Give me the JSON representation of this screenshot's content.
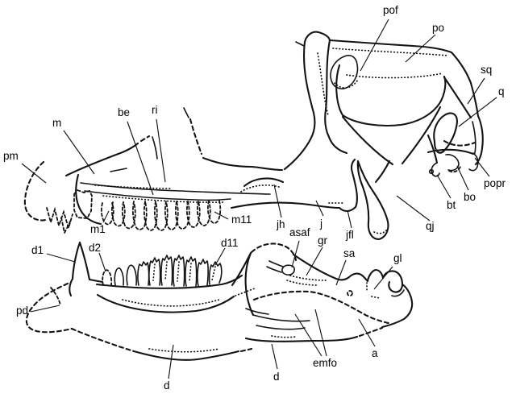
{
  "labels": {
    "pof": "pof",
    "po": "po",
    "sq": "sq",
    "q": "q",
    "m": "m",
    "be": "be",
    "ri": "ri",
    "pm": "pm",
    "m1": "m1",
    "m11": "m11",
    "jh": "jh",
    "j": "j",
    "jfl": "jfl",
    "qj": "qj",
    "bt": "bt",
    "bo": "bo",
    "popr": "popr",
    "d1": "d1",
    "d2": "d2",
    "d11": "d11",
    "pd": "pd",
    "d_anterior": "d",
    "d_posterior": "d",
    "asaf": "asaf",
    "gr": "gr",
    "sa": "sa",
    "gl": "gl",
    "emfo": "emfo",
    "a": "a"
  },
  "colors": {
    "line": "#141414",
    "background": "#ffffff",
    "label_text": "#000000"
  }
}
